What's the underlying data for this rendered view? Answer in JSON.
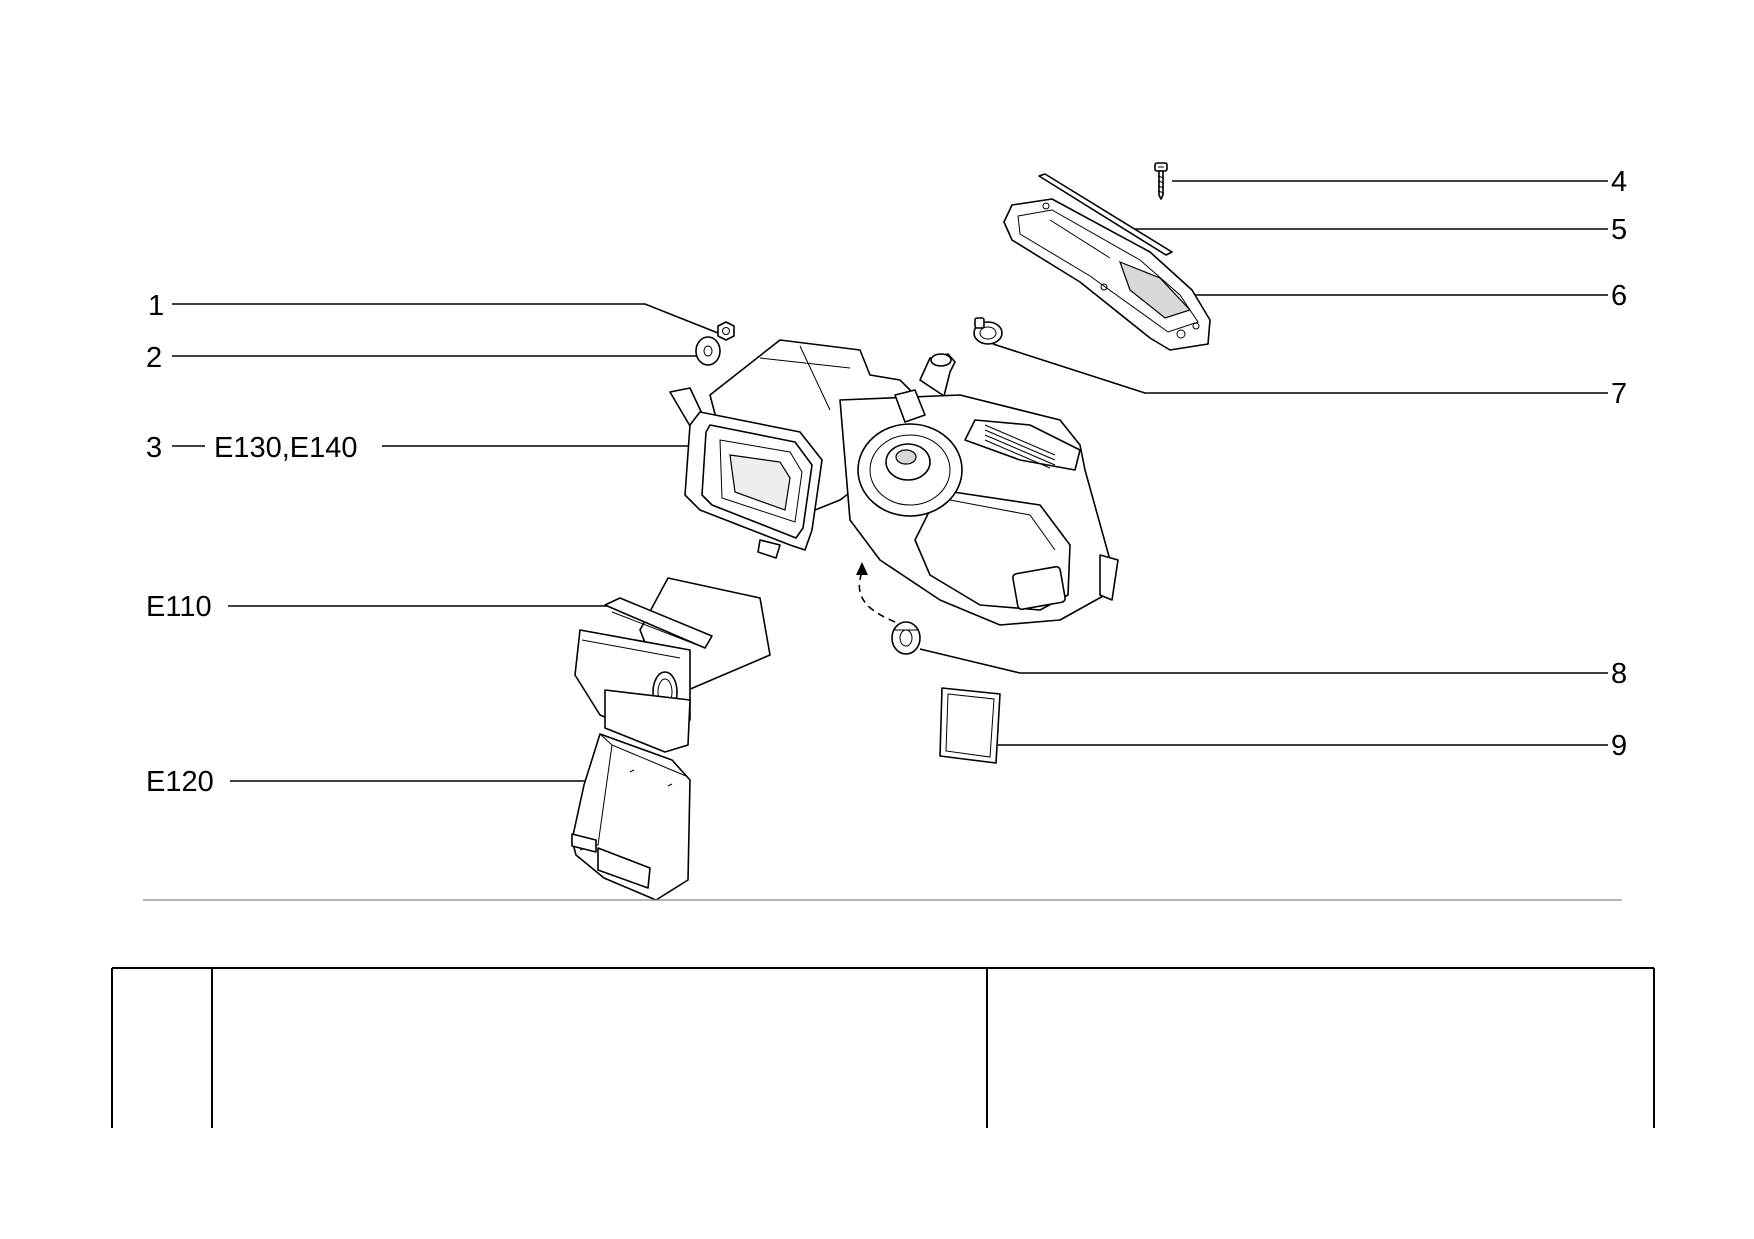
{
  "callouts": {
    "c1": "1",
    "c2": "2",
    "c3": "3",
    "c3_variant": "E130,E140",
    "c4": "4",
    "c5": "5",
    "c6": "6",
    "c7": "7",
    "c8": "8",
    "c9": "9",
    "e110": "E110",
    "e120": "E120"
  },
  "parts": [
    {
      "ref": "1",
      "icon": "nut-icon"
    },
    {
      "ref": "2",
      "icon": "washer-icon"
    },
    {
      "ref": "3",
      "icon": "heater-blower-unit-icon",
      "variant": "E130,E140"
    },
    {
      "ref": "4",
      "icon": "screw-icon"
    },
    {
      "ref": "5",
      "icon": "seal-strip-icon"
    },
    {
      "ref": "6",
      "icon": "cover-housing-icon"
    },
    {
      "ref": "7",
      "icon": "hose-clamp-icon"
    },
    {
      "ref": "8",
      "icon": "grommet-icon"
    },
    {
      "ref": "9",
      "icon": "cabin-filter-icon"
    },
    {
      "ref": "E110",
      "icon": "air-duct-icon"
    },
    {
      "ref": "E120",
      "icon": "air-duct-lower-icon"
    }
  ]
}
